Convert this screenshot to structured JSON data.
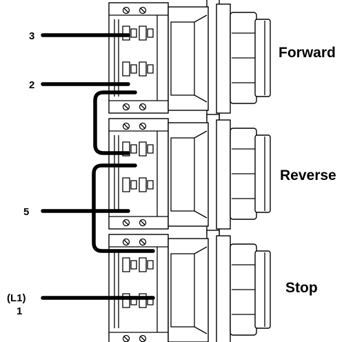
{
  "buttons": [
    {
      "label": "Forward"
    },
    {
      "label": "Reverse"
    },
    {
      "label": "Stop"
    }
  ],
  "wire_labels": {
    "w3": "3",
    "w2": "2",
    "w5": "5",
    "w1_line1": "(L1)",
    "w1_line2": "1"
  },
  "colors": {
    "ink": "#000000",
    "background": "#ffffff"
  }
}
